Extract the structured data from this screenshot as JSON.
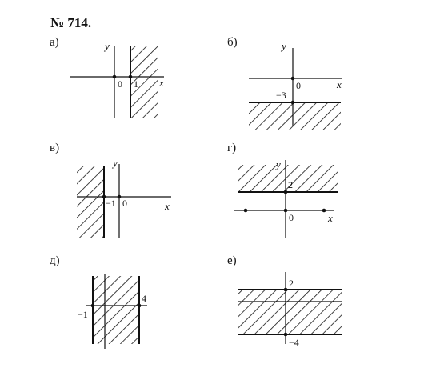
{
  "title": "№ 714.",
  "panels": [
    {
      "label": "а)",
      "ticks": [
        "0",
        "1"
      ],
      "x_axis": "x",
      "y_axis": "y"
    },
    {
      "label": "б)",
      "ticks": [
        "0",
        "−3"
      ],
      "x_axis": "x",
      "y_axis": "y"
    },
    {
      "label": "в)",
      "ticks": [
        "−1",
        "0"
      ],
      "x_axis": "x",
      "y_axis": "y"
    },
    {
      "label": "г)",
      "ticks": [
        "2",
        "0"
      ],
      "x_axis": "x",
      "y_axis": "y"
    },
    {
      "label": "д)",
      "ticks": [
        "−1",
        "4"
      ]
    },
    {
      "label": "е)",
      "ticks": [
        "2",
        "−4"
      ]
    }
  ]
}
